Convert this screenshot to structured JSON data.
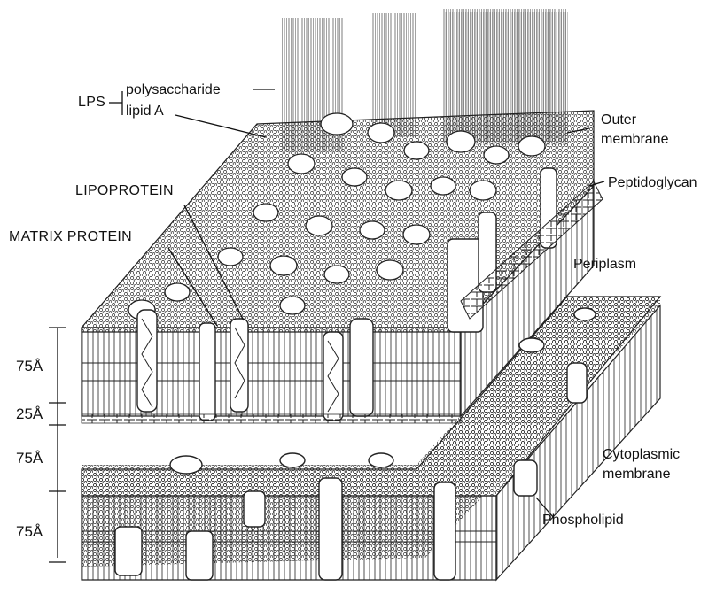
{
  "labels": {
    "lps": "LPS",
    "polysaccharide": "polysaccharide",
    "lipid_a": "lipid A",
    "outer_membrane_line1": "Outer",
    "outer_membrane_line2": "membrane",
    "peptidoglycan": "Peptidoglycan",
    "lipoprotein": "LIPOPROTEIN",
    "matrix_protein": "MATRIX PROTEIN",
    "periplasm": "Periplasm",
    "cytoplasmic_membrane_line1": "Cytoplasmic",
    "cytoplasmic_membrane_line2": "membrane",
    "phospholipid": "Phospholipid"
  },
  "dimensions": [
    "75Å",
    "25Å",
    "75Å",
    "75Å"
  ]
}
